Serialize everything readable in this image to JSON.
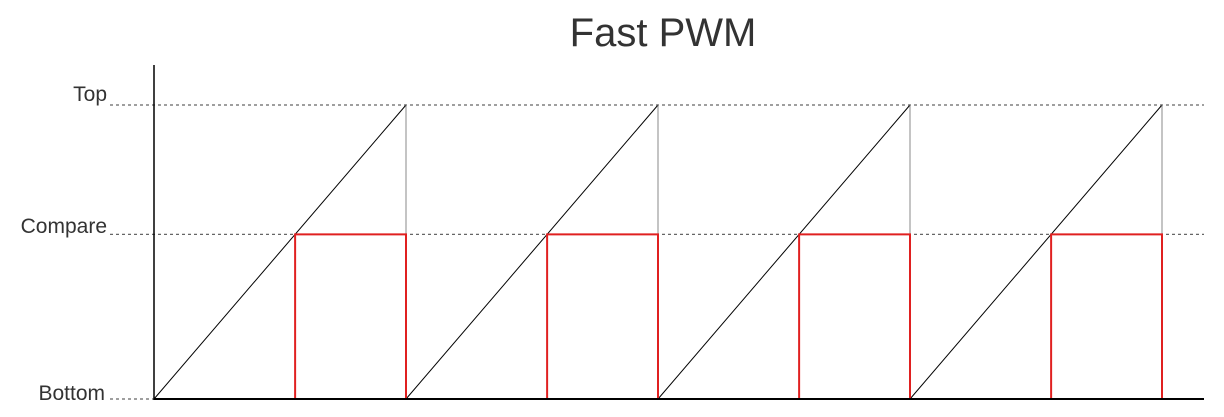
{
  "title": "Fast PWM",
  "levels": {
    "top": "Top",
    "compare": "Compare",
    "bottom": "Bottom"
  },
  "waveform": {
    "periods": 4,
    "compare_fraction": 0.56,
    "colors": {
      "ramp": "#000000",
      "pwm": "#e02020",
      "axis": "#000000",
      "guide": "#666666",
      "drop": "#888888"
    }
  }
}
